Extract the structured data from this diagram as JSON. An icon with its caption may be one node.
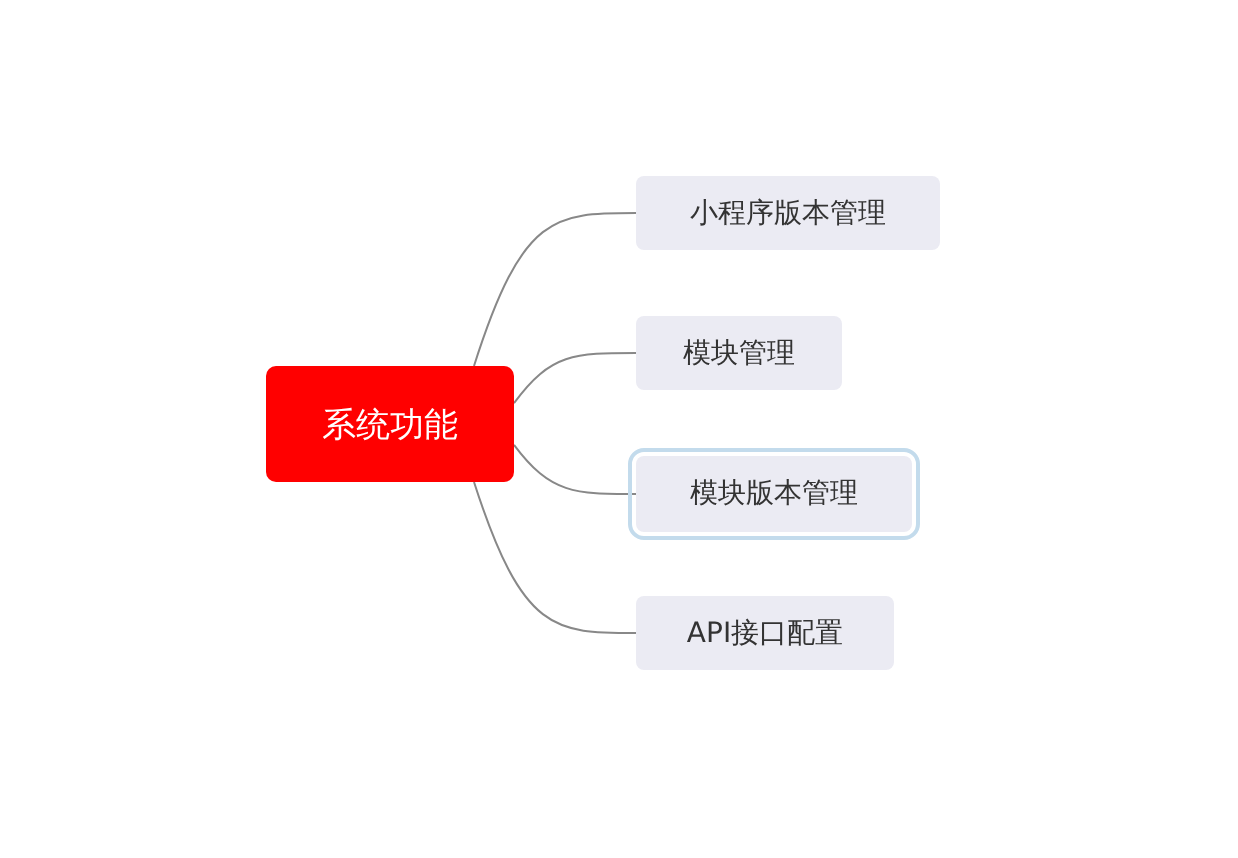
{
  "diagram": {
    "nodes": [
      {
        "text": [
          "系统功能"
        ]
      },
      {
        "text": [
          "小程序版本管理"
        ]
      },
      {
        "text": [
          "模块管理"
        ]
      },
      {
        "text": [
          "模块版本管理"
        ]
      },
      {
        "text": [
          "API接口配置"
        ]
      }
    ],
    "edges": [
      {
        "from": 0,
        "to": 1,
        "arrow": "none"
      },
      {
        "from": 0,
        "to": 2,
        "arrow": "none"
      },
      {
        "from": 0,
        "to": 3,
        "arrow": "none"
      },
      {
        "from": 0,
        "to": 4,
        "arrow": "none"
      }
    ]
  }
}
